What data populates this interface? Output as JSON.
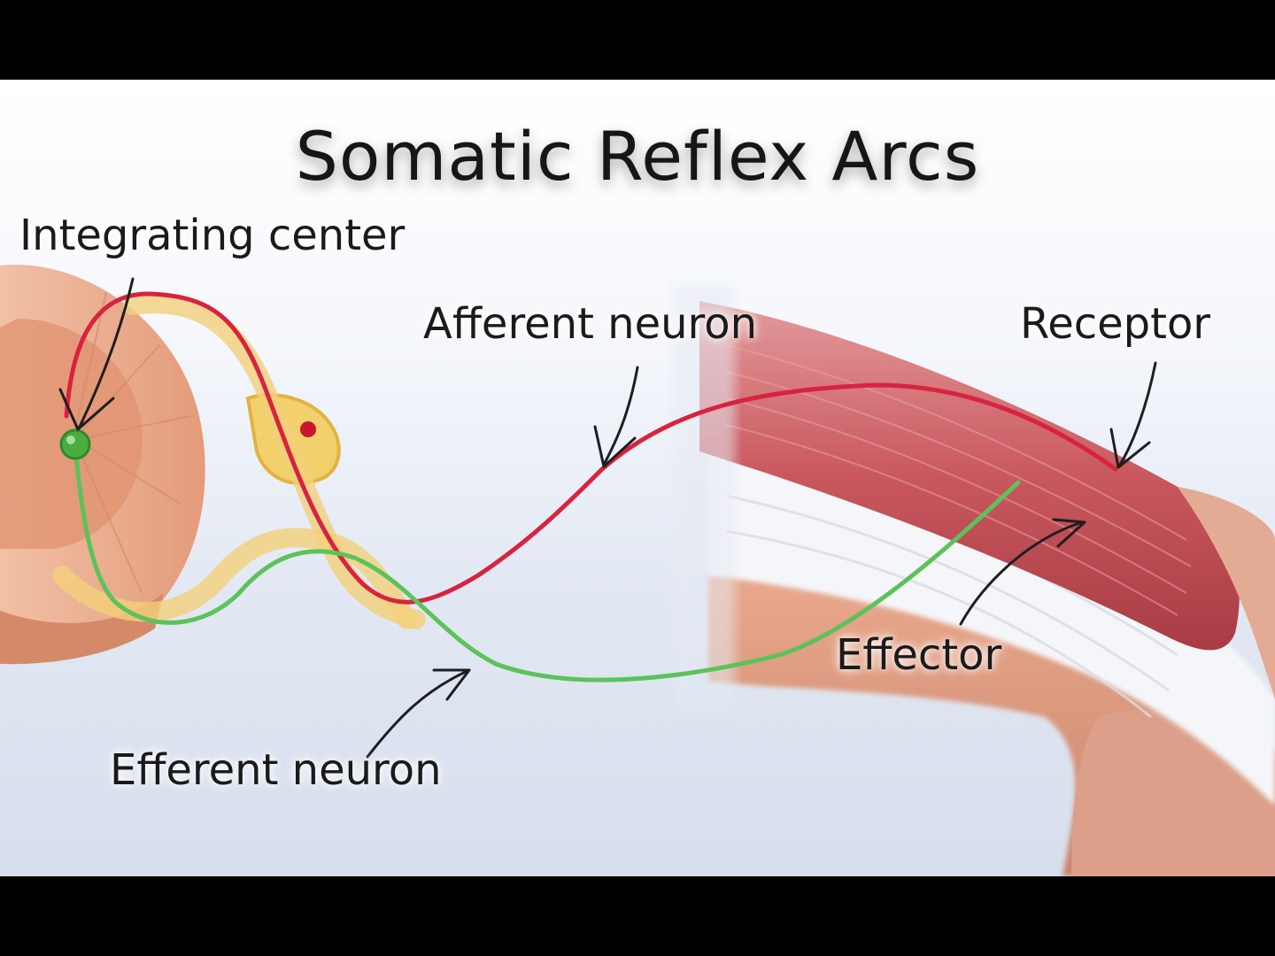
{
  "title": "Somatic Reflex Arcs",
  "labels": {
    "integrating_center": "Integrating center",
    "afferent_neuron": "Afferent neuron",
    "receptor": "Receptor",
    "effector": "Effector",
    "efferent_neuron": "Efferent neuron"
  },
  "colors": {
    "afferent": "#d8233f",
    "efferent": "#5cc25a",
    "spinal_cord": "#e8a98a",
    "muscle": "#c9585e",
    "tendon": "#ffffff",
    "background": "#e4e9f2"
  }
}
